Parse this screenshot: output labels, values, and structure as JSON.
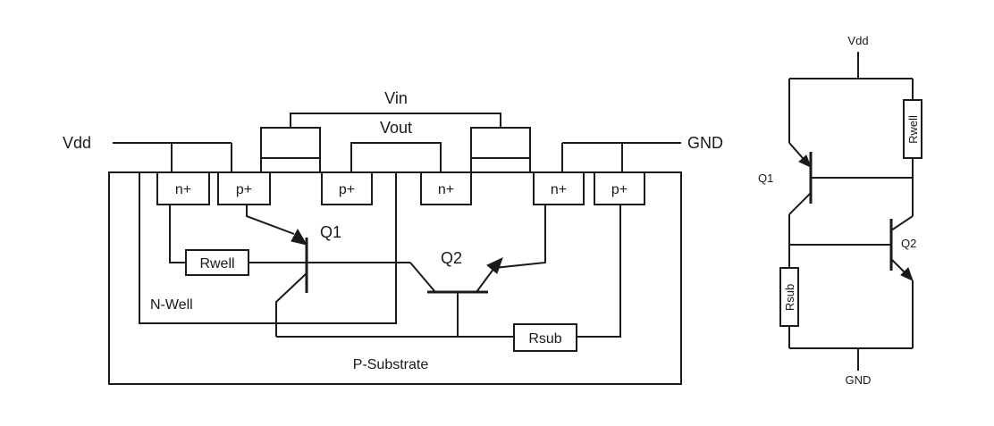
{
  "cross_section": {
    "vin_label": "Vin",
    "vout_label": "Vout",
    "vdd_label": "Vdd",
    "gnd_label": "GND",
    "regions": {
      "n_plus_1": "n+",
      "p_plus_1": "p+",
      "p_plus_2": "p+",
      "n_plus_2": "n+",
      "n_plus_3": "n+",
      "p_plus_3": "p+"
    },
    "q1_label": "Q1",
    "q2_label": "Q2",
    "rwell_label": "Rwell",
    "rsub_label": "Rsub",
    "nwell_label": "N-Well",
    "psubstrate_label": "P-Substrate"
  },
  "equivalent_circuit": {
    "vdd_label": "Vdd",
    "gnd_label": "GND",
    "q1_label": "Q1",
    "q2_label": "Q2",
    "rwell_label": "Rwell",
    "rsub_label": "Rsub"
  }
}
